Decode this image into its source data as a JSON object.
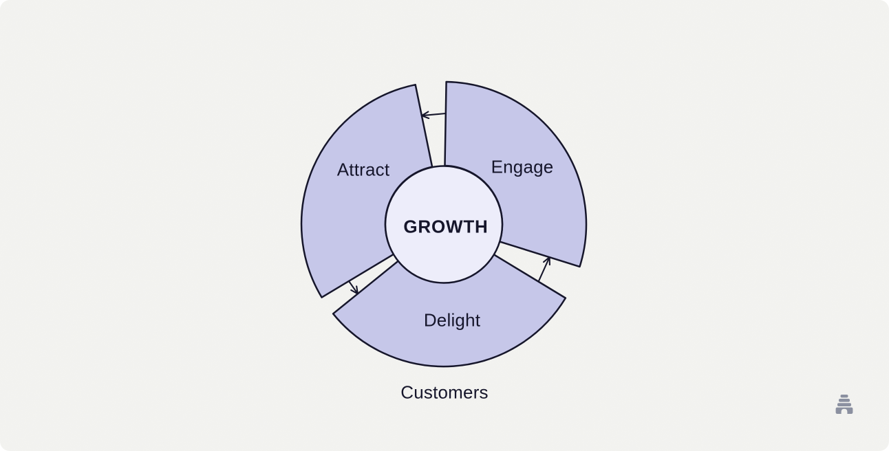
{
  "colors": {
    "bg": "#f4f4f1",
    "segment": "#c6c7e9",
    "circle": "#ededfa",
    "ink": "#16162b",
    "icon": "#8b90a0"
  },
  "flywheel": {
    "center_label": "GROWTH",
    "caption": "Customers",
    "segments": [
      {
        "id": "attract",
        "label": "Attract"
      },
      {
        "id": "engage",
        "label": "Engage"
      },
      {
        "id": "delight",
        "label": "Delight"
      }
    ],
    "arrows": [
      {
        "from": "Engage",
        "to": "Attract",
        "direction": "counterclockwise"
      },
      {
        "from": "Attract",
        "to": "Delight",
        "direction": "counterclockwise"
      },
      {
        "from": "Delight",
        "to": "Engage",
        "direction": "counterclockwise"
      }
    ]
  },
  "icons": {
    "watermark": "beehive-icon"
  }
}
